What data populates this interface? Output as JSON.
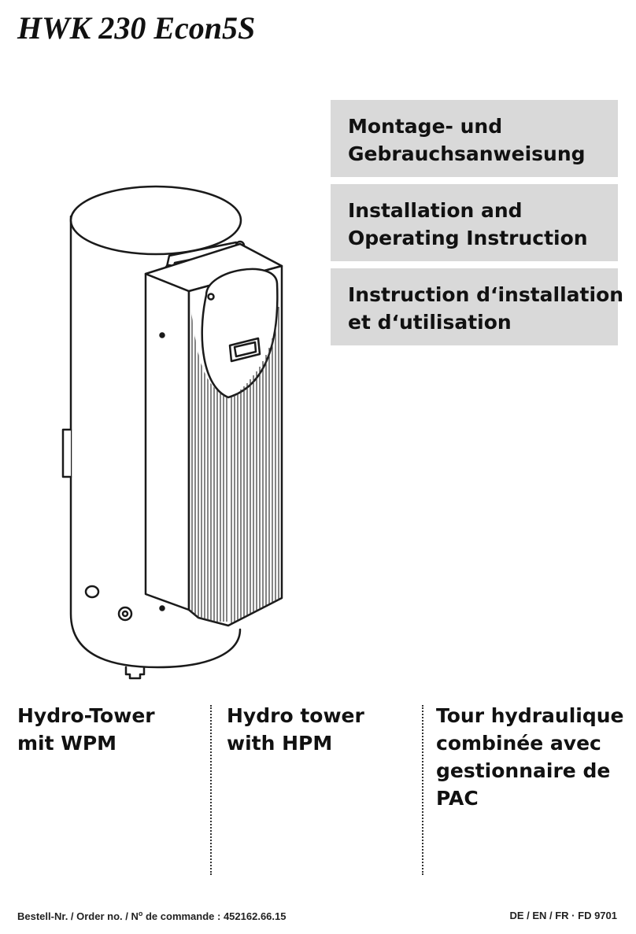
{
  "title": "HWK 230 Econ5S",
  "language_boxes": [
    {
      "lines": [
        "Montage- und",
        "Gebrauchsanweisung"
      ]
    },
    {
      "lines": [
        "Installation and",
        "Operating Instruction"
      ]
    },
    {
      "lines": [
        "Instruction d‘installation",
        "et d‘utilisation"
      ]
    }
  ],
  "columns": [
    {
      "lines": [
        "Hydro-Tower",
        "mit WPM"
      ]
    },
    {
      "lines": [
        "Hydro tower",
        "with HPM"
      ]
    },
    {
      "lines": [
        "Tour hydraulique",
        "combinée avec",
        "gestionnaire de",
        "PAC"
      ]
    }
  ],
  "footer": {
    "order_prefix": "Bestell-Nr. / Order no. / N",
    "order_sup": "o",
    "order_suffix": " de commande : 452162.66.15",
    "languages": "DE / EN / FR · FD 9701"
  },
  "colors": {
    "box_background": "#d9d9d9",
    "text": "#111111"
  },
  "icons": [
    "hydro-tower-illustration"
  ]
}
